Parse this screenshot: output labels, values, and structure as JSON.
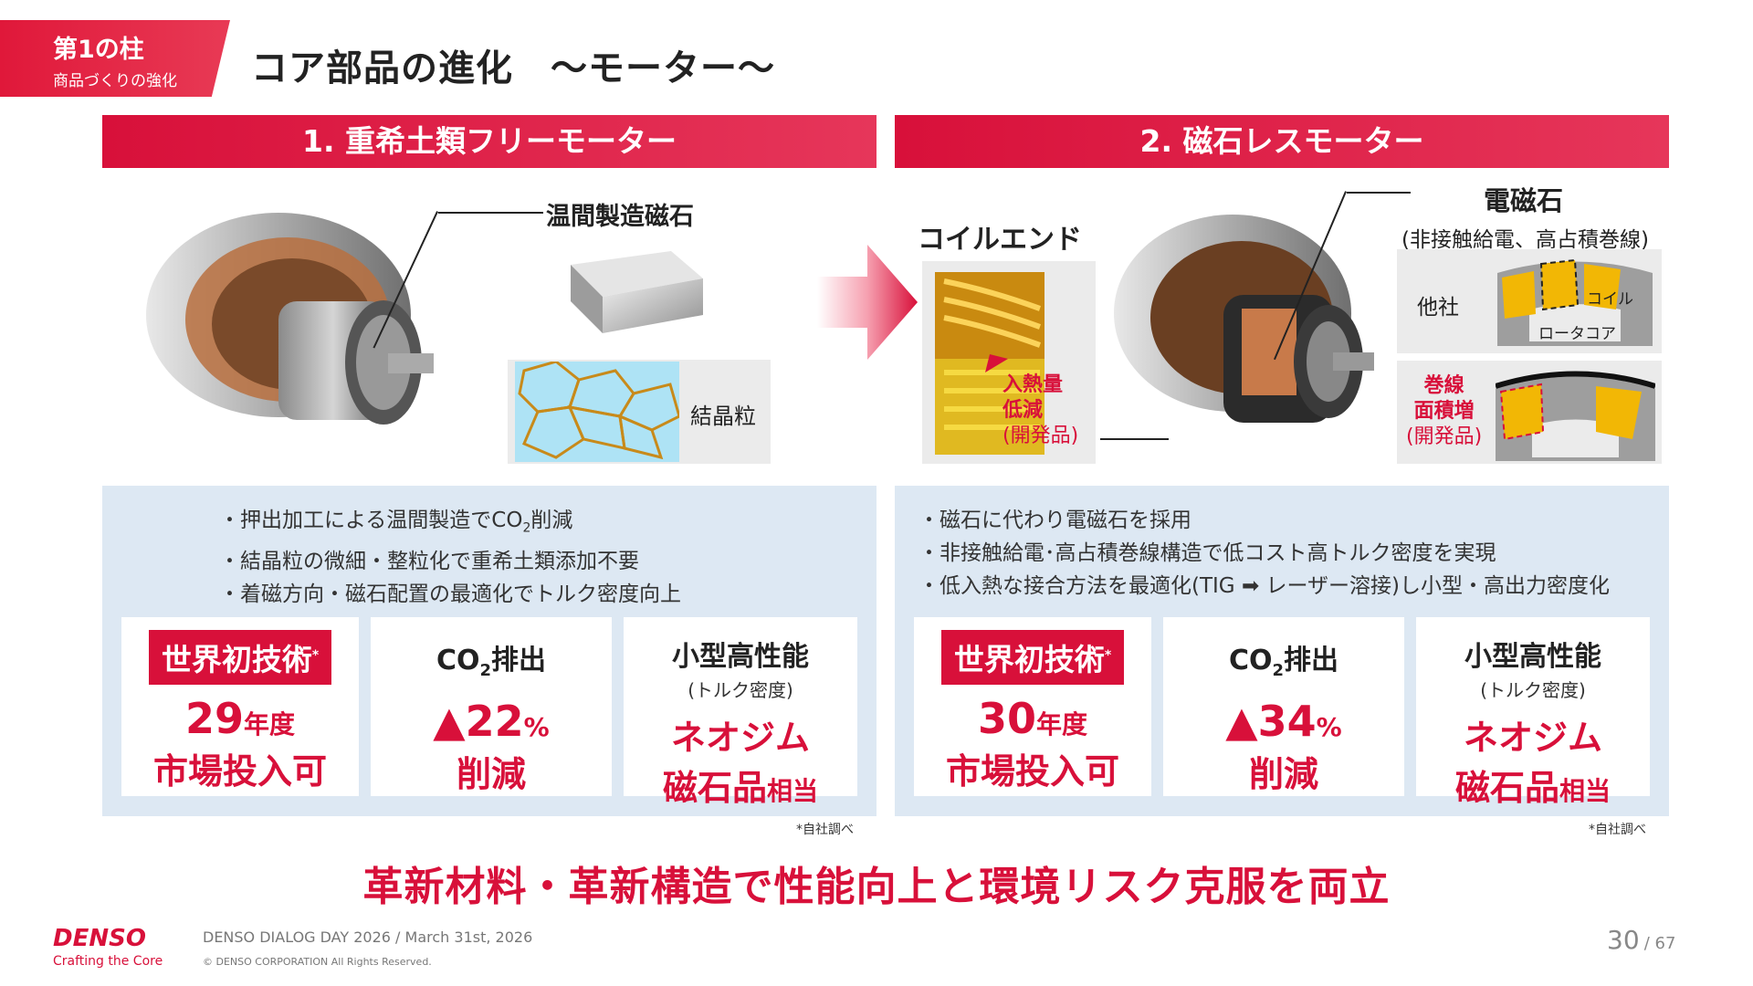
{
  "header": {
    "tag_main": "第1の柱",
    "tag_sub": "商品づくりの強化",
    "title": "コア部品の進化　～モーター～"
  },
  "left": {
    "banner": "1. 重希土類フリーモーター",
    "label_magnet": "温間製造磁石",
    "label_grain": "結晶粒",
    "bullets": [
      "・押出加工による温間製造でCO",
      "2",
      "削減",
      "・結晶粒の微細・整粒化で重希土類添加不要",
      "・着磁方向・磁石配置の最適化でトルク密度向上"
    ],
    "cards": [
      {
        "badge": "世界初技術",
        "badge_mark": "*",
        "line1_num": "29",
        "line1_unit": "年度",
        "line2": "市場投入可"
      },
      {
        "head": "CO",
        "head_sub": "2",
        "head_tail": "排出",
        "val": "▲22",
        "val_unit": "%",
        "val2": "削減"
      },
      {
        "head": "小型高性能",
        "sub": "(トルク密度)",
        "val": "ネオジム",
        "val2": "磁石品",
        "val2_tail": "相当"
      }
    ],
    "note": "*自社調べ"
  },
  "right": {
    "banner": "2. 磁石レスモーター",
    "coil_end": "コイルエンド",
    "heat_label": [
      "入熱量",
      "低減",
      "(開発品)"
    ],
    "electromagnet": "電磁石",
    "electromagnet_sub": "(非接触給電、高占積巻線)",
    "other": "他社",
    "coil": "コイル",
    "rotor_core": "ロータコア",
    "winding_label": [
      "巻線",
      "面積増",
      "(開発品)"
    ],
    "bullets": [
      "・磁石に代わり電磁石を採用",
      "・非接触給電･高占積巻線構造で低コスト高トルク密度を実現",
      "・低入熱な接合方法を最適化(TIG ➡ レーザー溶接)し小型・高出力密度化"
    ],
    "cards": [
      {
        "badge": "世界初技術",
        "badge_mark": "*",
        "line1_num": "30",
        "line1_unit": "年度",
        "line2": "市場投入可"
      },
      {
        "head": "CO",
        "head_sub": "2",
        "head_tail": "排出",
        "val": "▲34",
        "val_unit": "%",
        "val2": "削減"
      },
      {
        "head": "小型高性能",
        "sub": "(トルク密度)",
        "val": "ネオジム",
        "val2": "磁石品",
        "val2_tail": "相当"
      }
    ],
    "note": "*自社調べ"
  },
  "conclusion": "革新材料・革新構造で性能向上と環境リスク克服を両立",
  "footer": {
    "logo": "DENSO",
    "tagline": "Crafting the Core",
    "event": "DENSO DIALOG DAY 2026 / March 31st, 2026",
    "copyright": "© DENSO CORPORATION All Rights Reserved.",
    "page": "30",
    "total": "/ 67"
  },
  "colors": {
    "accent": "#d8103a",
    "panel": "#dde8f3",
    "highlight": "#f2b705"
  }
}
